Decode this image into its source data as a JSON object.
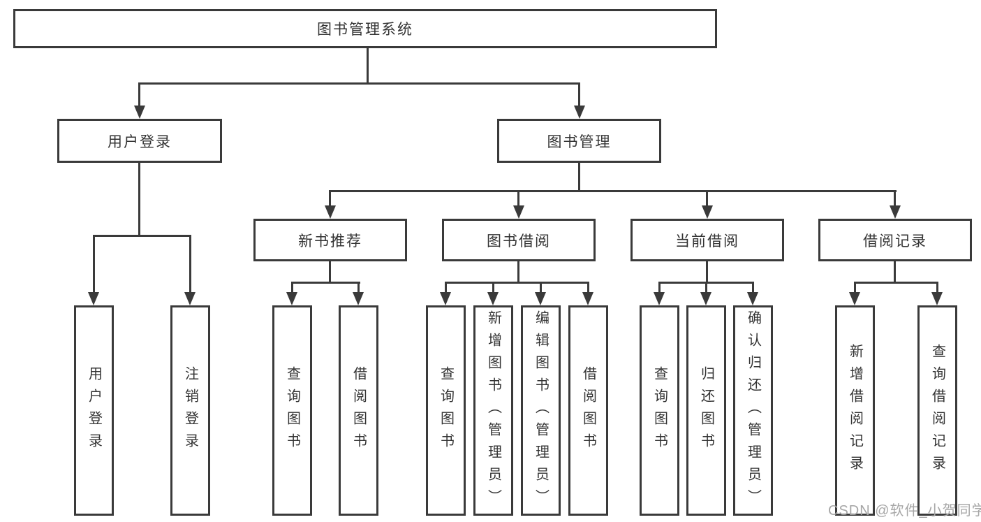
{
  "diagram": {
    "type": "tree-functional-structure",
    "colors": {
      "line": "#3a3a3a",
      "text": "#333333",
      "watermark": "#a6a6a6",
      "background": "#ffffff"
    },
    "tree": {
      "label": "图书管理系统",
      "children": [
        {
          "label": "用户登录",
          "children": [
            {
              "label": "用户登录"
            },
            {
              "label": "注销登录"
            }
          ]
        },
        {
          "label": "图书管理",
          "children": [
            {
              "label": "新书推荐",
              "children": [
                {
                  "label": "查询图书"
                },
                {
                  "label": "借阅图书"
                }
              ]
            },
            {
              "label": "图书借阅",
              "children": [
                {
                  "label": "查询图书"
                },
                {
                  "label": "新增图书（管理员）"
                },
                {
                  "label": "编辑图书（管理员）"
                },
                {
                  "label": "借阅图书"
                }
              ]
            },
            {
              "label": "当前借阅",
              "children": [
                {
                  "label": "查询图书"
                },
                {
                  "label": "归还图书"
                },
                {
                  "label": "确认归还（管理员）"
                }
              ]
            },
            {
              "label": "借阅记录",
              "children": [
                {
                  "label": "新增借阅记录"
                },
                {
                  "label": "查询借阅记录"
                }
              ]
            }
          ]
        }
      ]
    },
    "watermark": "CSDN @软件_小贺同学"
  }
}
